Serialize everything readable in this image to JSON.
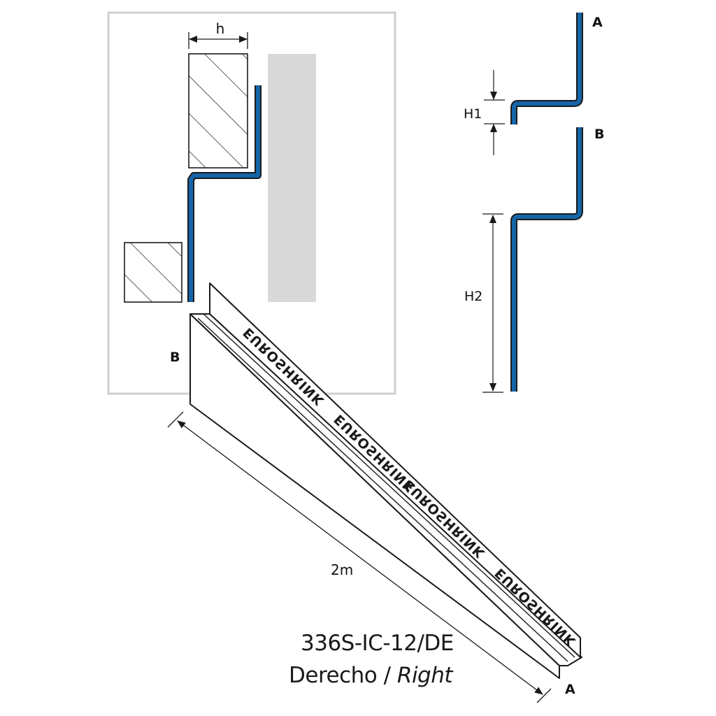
{
  "labels": {
    "h": "h",
    "H1": "H1",
    "H2": "H2",
    "A": "A",
    "B": "B",
    "length": "2m",
    "brand": "EUROSHRINK"
  },
  "product": {
    "code": "336S-IC-12/DE",
    "name_es": "Derecho",
    "separator": " / ",
    "name_en": "Right"
  },
  "colors": {
    "profile_blue": "#1565a8",
    "panel_border": "#cfcfcf",
    "wall_grey": "#d9d9d9",
    "line": "#1a1a1a"
  }
}
